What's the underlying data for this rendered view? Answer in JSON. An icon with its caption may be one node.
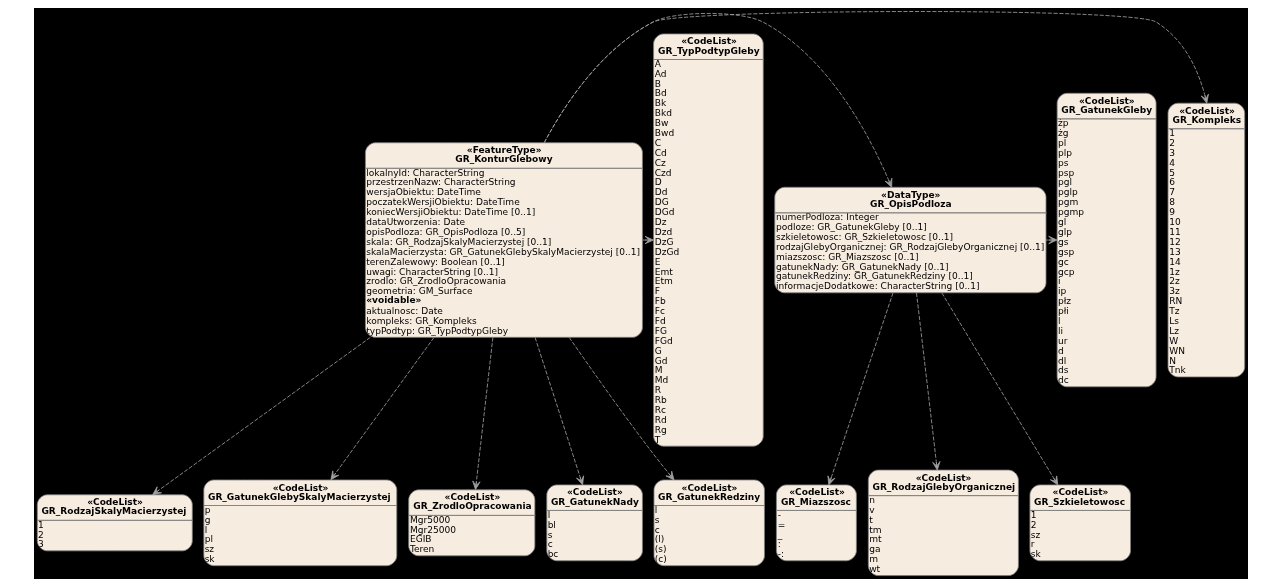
{
  "diagram": {
    "nodes": [
      {
        "text": [
          "«CodeList»",
          "GR_Kompleks",
          "1",
          "2",
          "3",
          "4",
          "5",
          "6",
          "7",
          "8",
          "9",
          "10",
          "11",
          "12",
          "13",
          "14",
          "1z",
          "2z",
          "3z",
          "RN",
          "Tz",
          "Ls",
          "Lz",
          "W",
          "WN",
          "N",
          "Tnk"
        ]
      },
      {
        "text": [
          "«CodeList»",
          "GR_RodzajSkalyMacierzystej",
          "1",
          "2",
          "3"
        ]
      },
      {
        "text": [
          "«FeatureType»",
          "GR_KonturGlebowy",
          "lokalnyId: CharacterString",
          "przestrzenNazw: CharacterString",
          "wersjaObiektu: DateTime",
          "poczatekWersjiObiektu: DateTime",
          "koniecWersjiObiektu: DateTime [0..1]",
          "dataUtworzenia: Date",
          "opisPodloza: GR_OpisPodloza [0..5]",
          "skala: GR_RodzajSkalyMacierzystej [0..1]",
          "skalaMacierzysta: GR_GatunekGlebySkalyMacierzystej [0..1]",
          "terenZalewowy: Boolean [0..1]",
          "uwagi: CharacterString [0..1]",
          "zrodlo: GR_ZrodloOpracowania",
          "geometria: GM_Surface",
          "«voidable»",
          "aktualnosc: Date",
          "kompleks: GR_Kompleks",
          "typPodtyp: GR_TypPodtypGleby"
        ]
      },
      {
        "text": [
          "«DataType»",
          "GR_OpisPodloza",
          "numerPodloza: Integer",
          "podloze: GR_GatunekGleby [0..1]",
          "szkieletowosc: GR_Szkieletowosc [0..1]",
          "rodzajGlebyOrganicznej: GR_RodzajGlebyOrganicznej [0..1]",
          "miazszosc: GR_Miazszosc [0..1]",
          "gatunekNady: GR_GatunekNady [0..1]",
          "gatunekRedziny: GR_GatunekRedziny [0..1]",
          "informacjeDodatkowe: CharacterString [0..1]"
        ]
      },
      {
        "text": [
          "«CodeList»",
          "GR_GatunekGleby",
          "żp",
          "żg",
          "pl",
          "plp",
          "ps",
          "psp",
          "pgl",
          "pglp",
          "pgm",
          "pgmp",
          "gl",
          "glp",
          "gs",
          "gsp",
          "gc",
          "gcp",
          "i",
          "ip",
          "płz",
          "płi",
          "l",
          "li",
          "ur",
          "d",
          "dl",
          "ds",
          "dc"
        ]
      },
      {
        "text": [
          "«CodeList»",
          "GR_TypPodtypGleby",
          "A",
          "Ad",
          "B",
          "Bd",
          "Bk",
          "Bkd",
          "Bw",
          "Bwd",
          "C",
          "Cd",
          "Cz",
          "Czd",
          "D",
          "Dd",
          "DG",
          "DGd",
          "Dz",
          "Dzd",
          "DzG",
          "DzGd",
          "E",
          "Emt",
          "Etm",
          "F",
          "Fb",
          "Fc",
          "Fd",
          "FG",
          "FGd",
          "G",
          "Gd",
          "M",
          "Md",
          "R",
          "Rb",
          "Rc",
          "Rd",
          "Rg",
          "T"
        ]
      },
      {
        "text": [
          "«CodeList»",
          "GR_Miazszosc",
          "-",
          "=",
          "_",
          ":",
          "-:"
        ]
      },
      {
        "text": [
          "«CodeList»",
          "GR_RodzajGlebyOrganicznej",
          "n",
          "v",
          "t",
          "tm",
          "mt",
          "ga",
          "m",
          "wt"
        ]
      },
      {
        "text": [
          "«CodeList»",
          "GR_Szkieletowosc",
          "1",
          "2",
          "sz",
          "r",
          "sk"
        ]
      },
      {
        "text": [
          "«CodeList»",
          "GR_GatunekGlebySkalyMacierzystej",
          "p",
          "g",
          "l",
          "pl",
          "sz",
          "sk"
        ]
      },
      {
        "text": [
          "«CodeList»",
          "GR_ZrodloOpracowania",
          "Mgr5000",
          "Mgr25000",
          "EGIB",
          "Teren"
        ]
      },
      {
        "text": [
          "«CodeList»",
          "GR_GatunekNady",
          "l",
          "bl",
          "s",
          "c",
          "bc"
        ]
      },
      {
        "text": [
          "«CodeList»",
          "GR_GatunekRedziny",
          "l",
          "s",
          "c",
          "(l)",
          "(s)",
          "(c)"
        ]
      }
    ],
    "edges": [
      {
        "from": 2,
        "to": 1,
        "arrow": "to",
        "style": "dashed"
      },
      {
        "from": 2,
        "to": 0,
        "arrow": "to",
        "style": "dashed"
      },
      {
        "from": 2,
        "to": 3,
        "arrow": "to",
        "style": "dashed"
      },
      {
        "from": 2,
        "to": 9,
        "arrow": "to",
        "style": "dashed"
      },
      {
        "from": 2,
        "to": 10,
        "arrow": "to",
        "style": "dashed"
      },
      {
        "from": 2,
        "to": 11,
        "arrow": "to",
        "style": "dashed"
      },
      {
        "from": 2,
        "to": 12,
        "arrow": "to",
        "style": "dashed"
      },
      {
        "from": 2,
        "to": 5,
        "arrow": "to",
        "style": "dashed"
      },
      {
        "from": 3,
        "to": 4,
        "arrow": "to",
        "style": "dashed"
      },
      {
        "from": 3,
        "to": 6,
        "arrow": "to",
        "style": "dashed"
      },
      {
        "from": 3,
        "to": 7,
        "arrow": "to",
        "style": "dashed"
      },
      {
        "from": 3,
        "to": 8,
        "arrow": "to",
        "style": "dashed"
      }
    ]
  }
}
